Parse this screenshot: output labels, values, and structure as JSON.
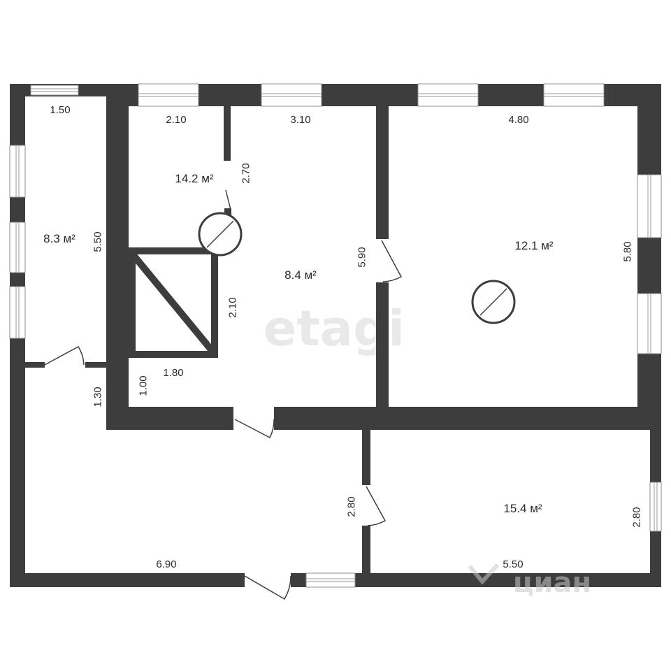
{
  "rooms": {
    "left": "8.3 м²",
    "bath": "14.2 м²",
    "hall": "8.4 м²",
    "right": "12.1 м²",
    "lower_right": "15.4 м²"
  },
  "dimensions": {
    "left_room_width": "1.50",
    "bath_width": "2.10",
    "hall_width": "3.10",
    "right_room_width": "4.80",
    "bath_height": "2.70",
    "left_room_height": "5.50",
    "hall_height": "5.90",
    "right_room_height": "5.80",
    "closet_height": "2.10",
    "closet_width": "1.80",
    "closet_gap": "1.00",
    "corridor_gap": "1.30",
    "corridor_height": "2.80",
    "lower_right_height": "2.80",
    "corridor_width": "6.90",
    "lower_right_width": "5.50"
  },
  "watermarks": {
    "etagi": "etagi",
    "cian": "циан"
  },
  "colors": {
    "wall": "#3d3d3d",
    "text": "#2b2b2b",
    "watermark": "#e9e9e9"
  }
}
